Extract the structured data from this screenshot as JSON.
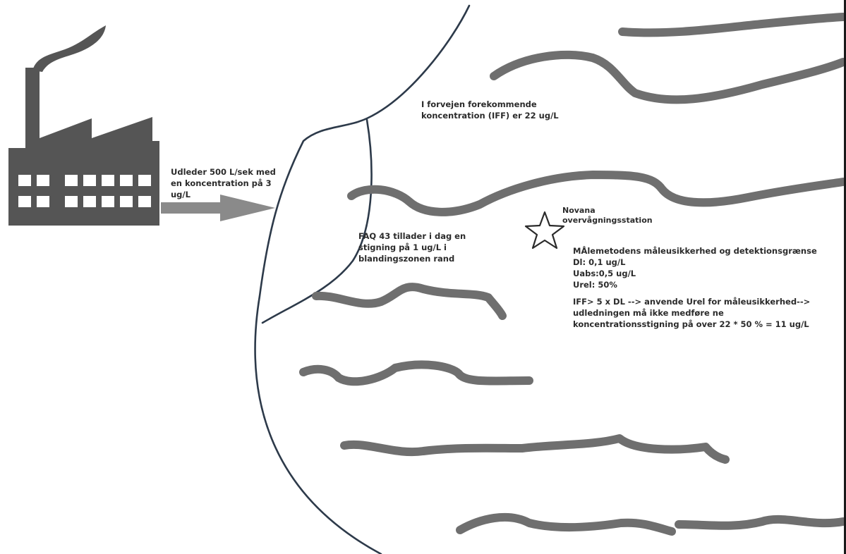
{
  "labels": {
    "discharge": "Udleder 500 L/sek med\nen koncentration på 3\nug/L",
    "background_concentration": "I forvejen forekommende\nkoncentration (IFF) er 22 ug/L",
    "faq43": "FAQ 43 tillader i dag en\nstigning på 1 ug/L i\nblandingszonen rand",
    "station": "Novana\novervågningsstation",
    "measurement": "MÅlemetodens måleusikkerhed og detektionsgrænse\nDl: 0,1 ug/L\nUabs:0,5 ug/L\nUrel: 50%",
    "calculation": "IFF> 5 x DL --> anvende Urel for måleusikkerhed-->\nudledningen må ikke medføre ne\nkoncentrationsstigning på over 22 * 50 % = 11 ug/L"
  },
  "icons": {
    "factory": "factory-icon",
    "arrow": "discharge-arrow-icon",
    "station": "star-icon",
    "waves": "wave-icon"
  },
  "colors": {
    "factory": "#555555",
    "wave": "#6f6f6f",
    "arrow": "#8a8a8a",
    "outline": "#2d3a4a",
    "text": "#2b2b2b"
  }
}
